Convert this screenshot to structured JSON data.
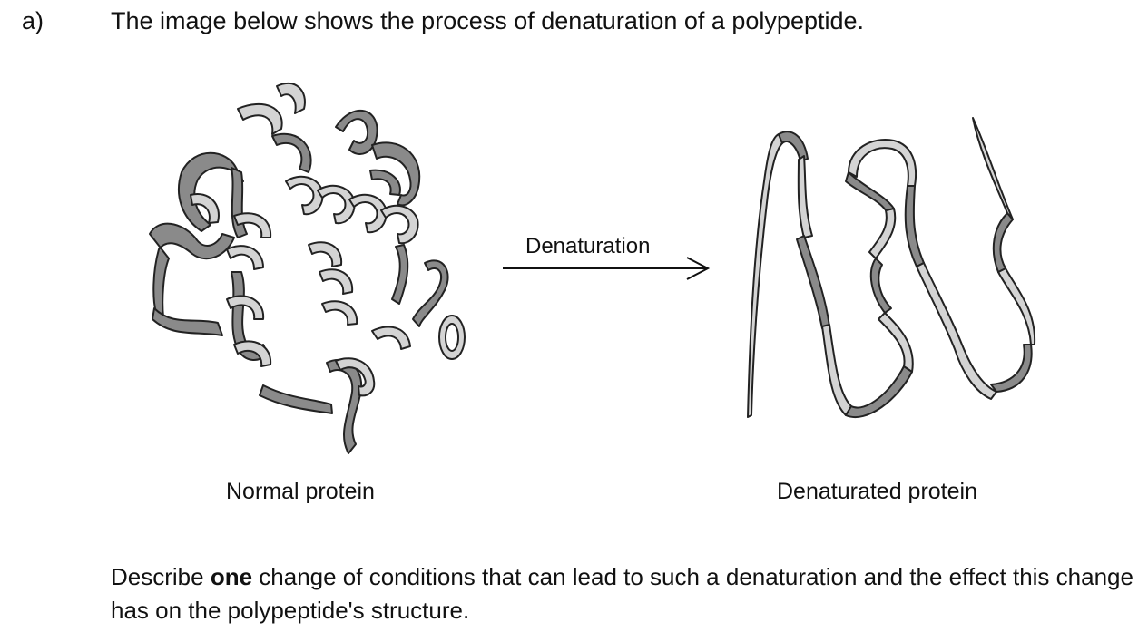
{
  "question": {
    "label": "a)",
    "intro": "The image below shows the process of denaturation of a polypeptide.",
    "prompt_before": "Describe ",
    "prompt_bold": "one",
    "prompt_after": " change of conditions that can lead to such a denaturation and the effect this change has on the polypeptide's structure."
  },
  "diagram": {
    "arrow_label": "Denaturation",
    "left_caption": "Normal protein",
    "right_caption": "Denaturated protein"
  },
  "colors": {
    "ribbon_dark": "#8a8a8a",
    "ribbon_light": "#d4d4d4",
    "outline": "#222222"
  }
}
